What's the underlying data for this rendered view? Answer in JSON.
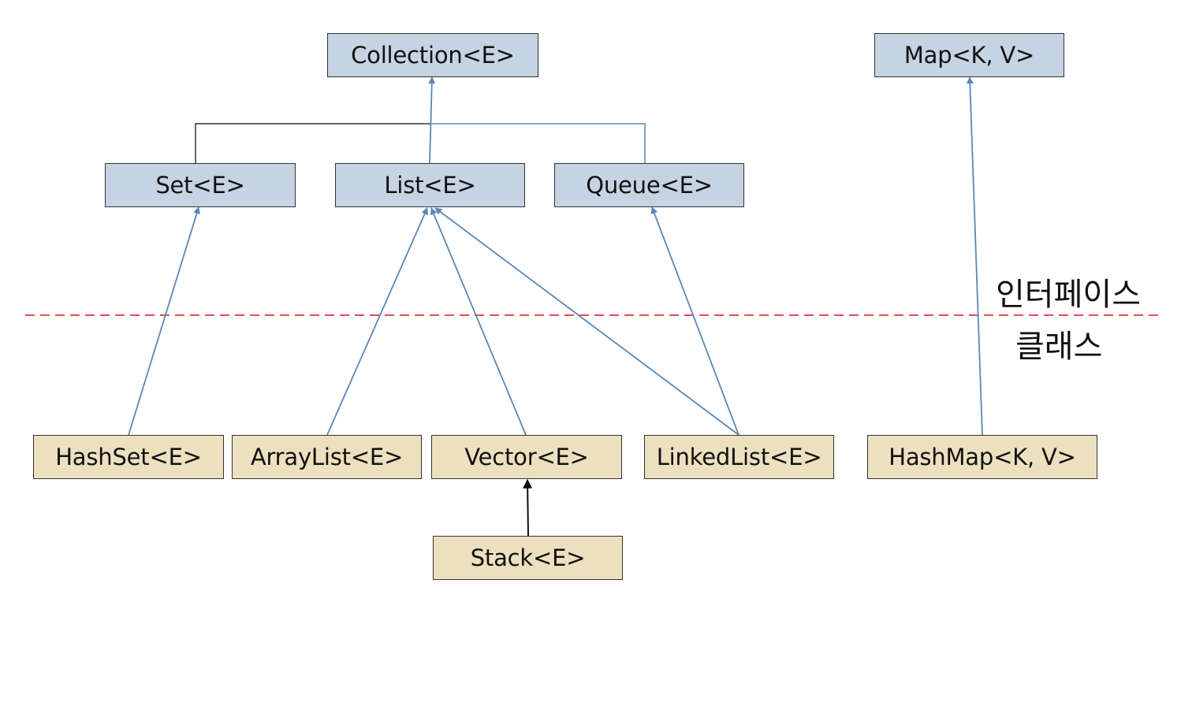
{
  "colors": {
    "interface_fill": "#c5d3e3",
    "class_fill": "#ede0bf",
    "edge_color": "#5b87b8",
    "stack_edge_color": "#111111",
    "divider_color": "#e05050"
  },
  "interfaces": {
    "collection": "Collection<E>",
    "set": "Set<E>",
    "list": "List<E>",
    "queue": "Queue<E>",
    "map": "Map<K, V>"
  },
  "classes": {
    "hashset": "HashSet<E>",
    "arraylist": "ArrayList<E>",
    "vector": "Vector<E>",
    "linkedlist": "LinkedList<E>",
    "hashmap": "HashMap<K, V>",
    "stack": "Stack<E>"
  },
  "labels": {
    "interface_zone": "인터페이스",
    "class_zone": "클래스"
  },
  "edges": [
    {
      "from": "set",
      "to": "collection",
      "style": "bracket"
    },
    {
      "from": "queue",
      "to": "collection",
      "style": "bracket"
    },
    {
      "from": "list",
      "to": "collection",
      "style": "arrow"
    },
    {
      "from": "hashset",
      "to": "set",
      "style": "arrow"
    },
    {
      "from": "arraylist",
      "to": "list",
      "style": "arrow"
    },
    {
      "from": "vector",
      "to": "list",
      "style": "arrow"
    },
    {
      "from": "linkedlist",
      "to": "list",
      "style": "arrow"
    },
    {
      "from": "linkedlist",
      "to": "queue",
      "style": "arrow"
    },
    {
      "from": "hashmap",
      "to": "map",
      "style": "arrow"
    },
    {
      "from": "stack",
      "to": "vector",
      "style": "arrow"
    }
  ]
}
